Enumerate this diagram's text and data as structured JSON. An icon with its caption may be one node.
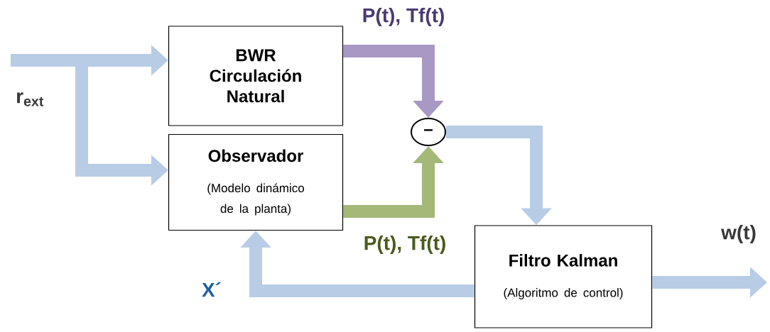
{
  "diagram": {
    "nodes": [
      {
        "text": [
          "BWR Circulación Natural"
        ]
      },
      {
        "text": [
          "Observador",
          "(Modelo dinámico de la planta)"
        ]
      },
      {
        "text": [
          "–"
        ]
      },
      {
        "text": [
          "Filtro Kalman",
          "(Algoritmo de control)"
        ]
      }
    ],
    "edges": [
      {
        "from": null,
        "to": 0,
        "arrow": "to",
        "label": "r$_{ext}$"
      },
      {
        "from": null,
        "to": 1,
        "arrow": "to"
      },
      {
        "from": 0,
        "to": 2,
        "arrow": "to",
        "label": "P(t), Tf(t)",
        "color": "#a898c4"
      },
      {
        "from": 1,
        "to": 2,
        "arrow": "to",
        "label": "P(t), Tf(t)",
        "color": "#a4b878"
      },
      {
        "from": 2,
        "to": 3,
        "arrow": "to"
      },
      {
        "from": 3,
        "to": 1,
        "arrow": "to",
        "label": "X´"
      },
      {
        "from": 3,
        "to": null,
        "arrow": "to",
        "label": "w(t)"
      }
    ]
  }
}
